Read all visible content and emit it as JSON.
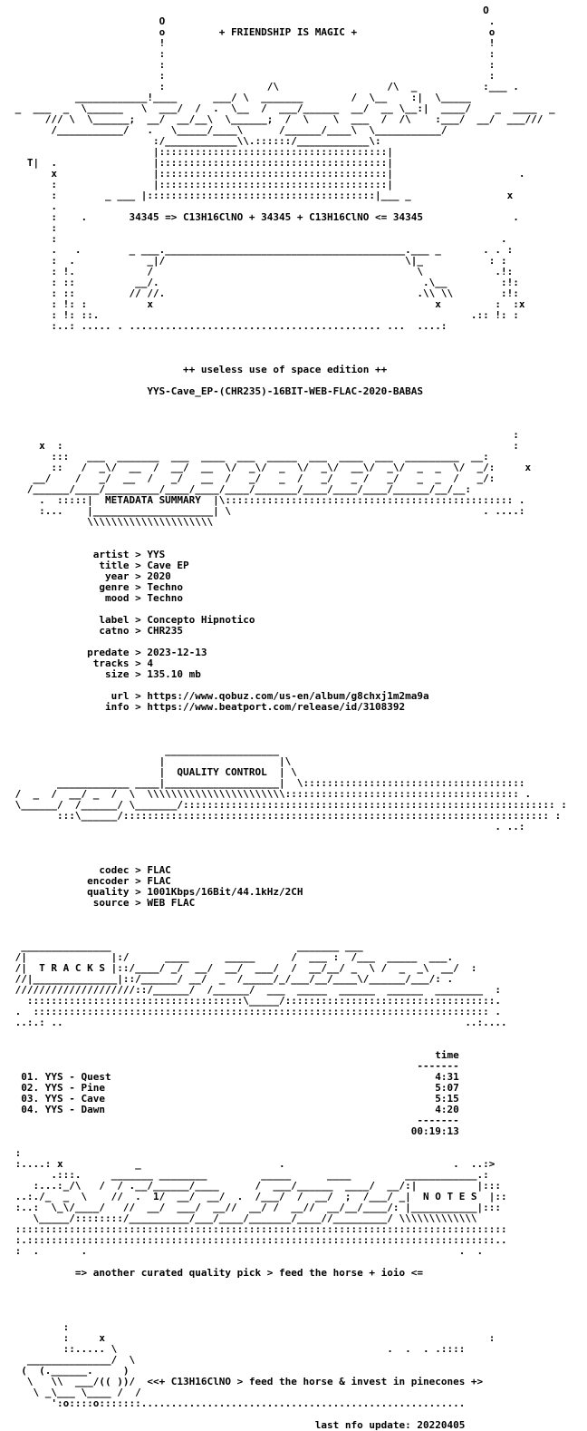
{
  "nfo": {
    "lines": [
      "                                                                               O",
      "                         O                                                      .",
      "                         o         + FRIENDSHIP IS MAGIC +                      o",
      "                         !                                                      !",
      "                         :                                                      :",
      "                         :                                                      :",
      "                         :                                                      :",
      "                         :                 /\\                  /\\  _           :___ .",
      "           ____________!____      ___/ \\  _______        /  \\__    :|  \\_____",
      " _  ___  _  \\______   \\  ___/  /  .  \\__  /  ___/______  __/  __ \\__:|  ____/    _  ____  _",
      "      /// \\  \\______;  __/  __/__\\  \\______;  /  \\    \\  ___  /  /\\    :___/  __/  ___/// ",
      "       /___________/   .   \\_____/____\\      /______/____\\  \\___________/ ",
      "                        :/____________\\\\.::::::/____________\\:",
      "                        |::::::::::::::::::::::::::::::::::::::|",
      "   T|  .                |::::::::::::::::::::::::::::::::::::::|",
      "       x                |::::::::::::::::::::::::::::::::::::::|                     .",
      "       :                |::::::::::::::::::::::::::::::::::::::|",
      "       :        _ ___ |::::::::::::::::::::::::::::::::::::::|___ _                x",
      "       .",
      "       :    .       34345 => C13H16ClNO + 34345 + C13H16ClNO <= 34345               .",
      "       :",
      "       :                                                                          .",
      "       .   .        _ ___.________________________________________.___ _       . . :",
      "       :  .            _|/                                        \\|_           : :",
      "       : !.            /                                            \\            .!: ",
      "       : ::          __/.                                            .\\__         :!:",
      "       : ::         // //.                                          .\\\\ \\\\        :!: ",
      "       : !: :          x                                               x         :  :x",
      "       : !: ::.                                                              .:: !: :",
      "       :..: ..... . .......................................... ...  ....:",
      "",
      "",
      "",
      "                             ++ useless use of space edition ++",
      "",
      "                       YYS-Cave_EP-(CHR235)-16BIT-WEB-FLAC-2020-BABAS",
      "",
      "",
      "",
      "                                                                                    :",
      "     x  :                                                                           :",
      "       :::   ___  _______  ___  ____  ___  _____  ___  ____  ___  _________  __:",
      "       ::   /  _\\/  __  /  __/  __  \\/  _\\/  _  \\/  _\\/  __\\/  _\\/  _  _  \\/  _/:     x",
      "    __/    /   _/  __  /   _/   __  /   _/   _  /   _/   _ /   _/   _  _  /   _/:",
      "   /______/____/_________/____/____/____/_______/____/____/____/______/__/__:",
      "     .  :::::|  METADATA SUMMARY  |\\:::::::::::::::::::::::::::::::::::::::::::::::: .",
      "     :...    |____________________| \\                                          . ....:",
      "             \\\\\\\\\\\\\\\\\\\\\\\\\\\\\\\\\\\\\\\\\\",
      "",
      "",
      "              artist > YYS",
      "               title > Cave EP",
      "                year > 2020",
      "               genre > Techno",
      "                mood > Techno",
      "",
      "               label > Concepto Hipnotico",
      "               catno > CHR235",
      "",
      "             predate > 2023-12-13",
      "              tracks > 4",
      "                size > 135.10 mb",
      "",
      "                 url > https://www.qobuz.com/us-en/album/g8chxj1m2ma9a",
      "                info > https://www.beatport.com/release/id/3108392",
      "",
      "",
      "",
      "                          ___________________",
      "                         |                   |\\",
      "                         |  QUALITY CONTROL  | \\",
      "        ____________ ____|___________________|  \\:::::::::::::::::::::::::::::::::::::",
      " /  _  /  __/ _  /  \\  \\\\\\\\\\\\\\\\\\\\\\\\\\\\\\\\\\\\\\\\\\\\\\::::::::::::::::::::::::::::::::::::::: .",
      " \\______/  /______/ \\_______/:::::::::::::::::::::::::::::::::::::::::::::::::::::::::::::: :",
      "        :::\\______/::::::::::::::::::::::::::::::::::::::::::::::::::::::::::::::::::::::: :",
      "                                                                                 . ..:",
      "",
      "",
      "",
      "               codec > FLAC",
      "             encoder > FLAC",
      "             quality > 1001Kbps/16Bit/44.1kHz/2CH",
      "              source > WEB FLAC",
      "",
      "",
      "",
      "  _______________                               _______ ___",
      " /|              |:/      ____      _____      /  ___ :  /___  _____  ___.",
      " /|  T R A C K S |::/____/ _/  __/  __/  ___/  /  __/__/ _  \\ /  _  _\\  __/  :",
      " //|______________|::/______/ __/  _  /_____/_/___/__/____\\/______/___/: .",
      " ////////////////////::/______/  /______/  ___  _____  ______  ______  ________  :",
      "   ::::::::::::::::::::::::::::::::::::\\_____/:::::::::::::::::::::::::::::::::::.",
      " .  :::::::::::::::::::::::::::::::::::::::::::::::::::::::::::::::::::::::::::: .",
      " ..:.: ..                                                                   ..:....",
      "",
      "",
      "                                                                       time",
      "                                                                    -------",
      "  01. YYS - Quest                                                      4:31",
      "  02. YYS - Pine                                                       5:07",
      "  03. YYS - Cave                                                       5:15",
      "  04. YYS - Dawn                                                       4:20",
      "                                                                    -------",
      "                                                                   00:19:13",
      "",
      " :",
      " :....: x            _                       .                            .  ..:>",
      "       .:::.     _______ ________         _____      ____         ____________.:",
      "    :...:_/\\   /  / .__/______/____      /  ___/______  ____/  __/:|          |:::",
      " ..:./_  _  \\    //  .  1/  __/  __/  .  /___/  /  __/  ;  /___/ _|  N O T E S  |::",
      " :..:  \\_\\/____/   //  __/  ___/  __//  __/ /  __//  __/__/____/: |___________|:::",
      "    \\_____/::::::::/__________/___/____/_______/____//_________/ \\\\\\\\\\\\\\\\\\\\\\\\\\",
      " ::::::::::::::::::::::::::::::::::::::::::::::::::::::::::::::::::::::::::::::::::",
      " :.::::::::::::::::::::::::::::::::::::::::::::::::::::::::::::::::::::::::::::::..",
      " :  .       .                                                              .  .",
      "",
      "           => another curated quality pick > feed the horse + ioio <=",
      "",
      "",
      "",
      "",
      "         :",
      "         :     x                                                                :",
      "         ::..... \\                                             .  .  . .::::",
      "   ______________/  \\",
      "  (  (.______.     )",
      "   \\   \\\\  ___/(( ))/  <<+ C13H16ClNO > feed the horse & invest in pinecones +>",
      "    \\ _\\___ \\____ /  /",
      "       ':o::::o:::::::......................................................",
      "",
      "                                                   last nfo update: 20220405"
    ]
  }
}
